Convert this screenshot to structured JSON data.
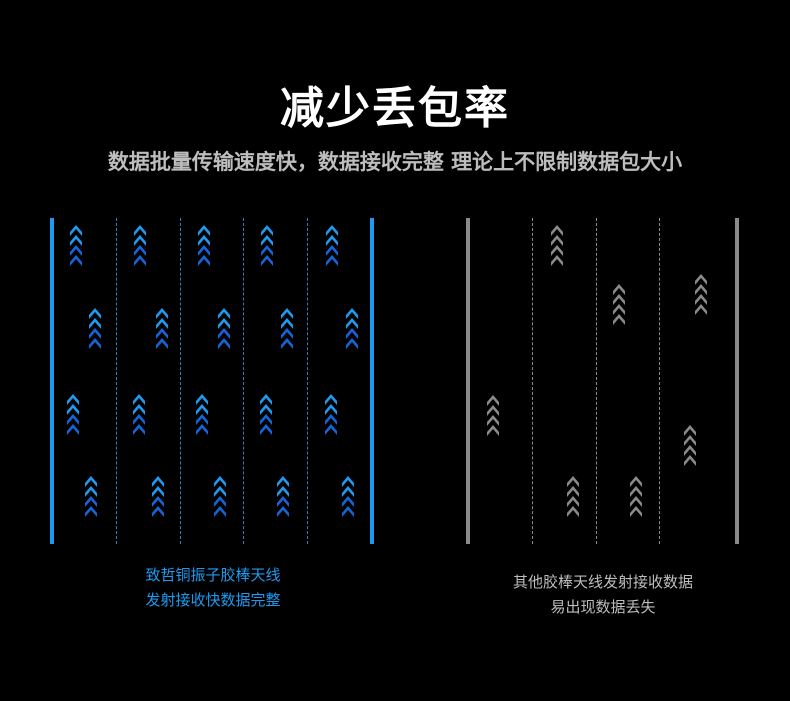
{
  "header": {
    "title": "减少丢包率",
    "subtitle": "数据批量传输速度快，数据接收完整 理论上不限制数据包大小"
  },
  "left": {
    "caption_line1": "致哲铜振子胶棒天线",
    "caption_line2": "发射接收快数据完整",
    "edge_color": "#1e9bf0",
    "lane_color": "#2f7fc4",
    "arrow_color_top": "#1e9bf0",
    "arrow_color_bottom": "#1565d8"
  },
  "right": {
    "caption_line1": "其他胶棒天线发射接收数据",
    "caption_line2": "易出现数据丢失",
    "edge_color": "#8a8a8a",
    "lane_color": "#8a8a8a",
    "arrow_color": "#8a8a8a"
  }
}
